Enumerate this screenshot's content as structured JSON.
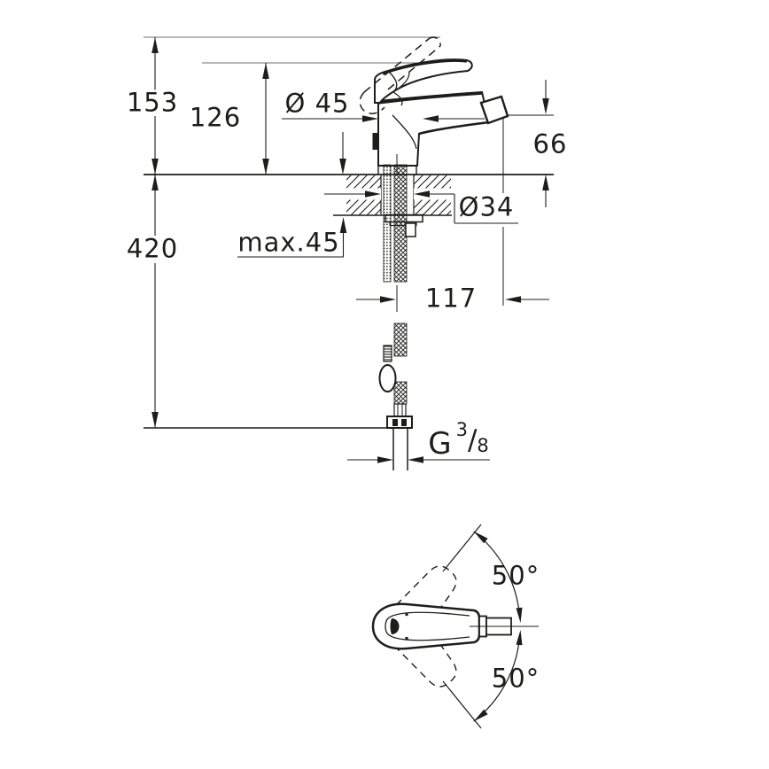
{
  "colors": {
    "background": "#ffffff",
    "line": "#1d1d1b"
  },
  "front_view": {
    "dim_height_to_raised_lever": "153",
    "dim_height_to_lever": "126",
    "dim_body_diameter": "Ø 45",
    "dim_spout_outlet_height": "66",
    "dim_supply_length": "420",
    "dim_max_deck_thickness": "max.45",
    "dim_hole_diameter": "Ø34",
    "dim_spout_projection": "117",
    "thread": {
      "letter": "G",
      "numerator": "3",
      "slash": "/",
      "denominator": "8"
    }
  },
  "top_view": {
    "dim_lever_swing_up": "50°",
    "dim_lever_swing_down": "50°"
  }
}
